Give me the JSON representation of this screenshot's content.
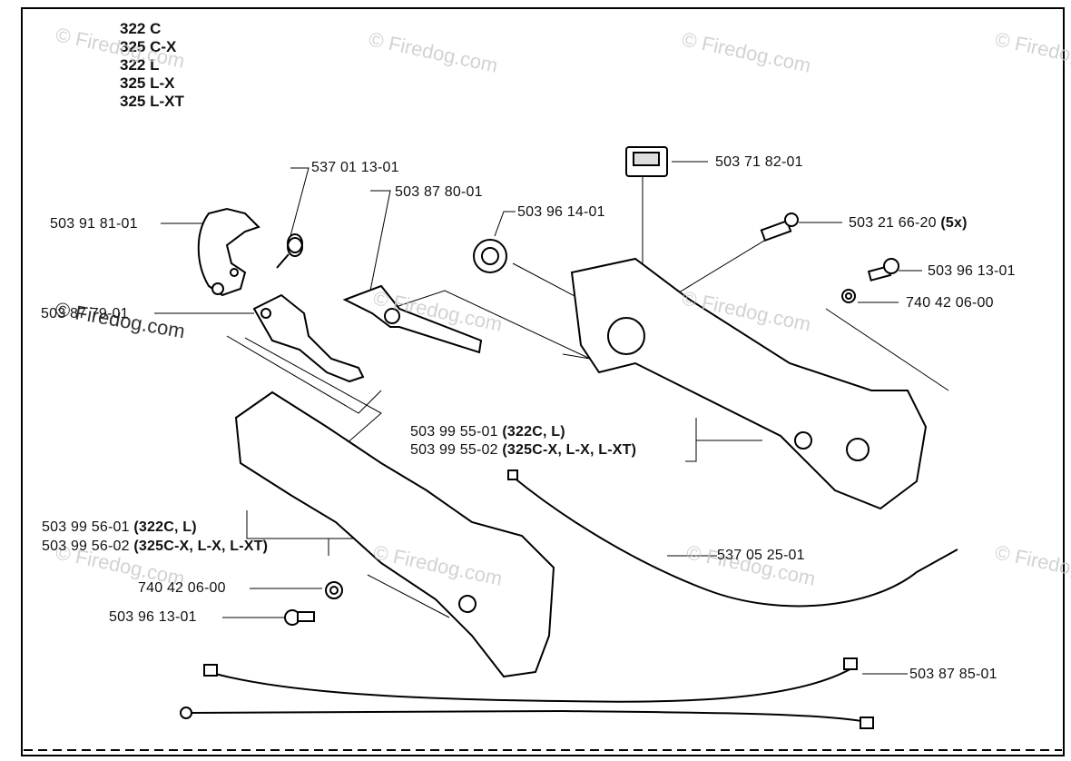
{
  "models": [
    {
      "num": "322",
      "suffix": "C"
    },
    {
      "num": "325",
      "suffix": "C-X"
    },
    {
      "num": "322",
      "suffix": "L"
    },
    {
      "num": "325",
      "suffix": "L-X"
    },
    {
      "num": "325",
      "suffix": "L-XT"
    }
  ],
  "watermark": "© Firedog.com",
  "parts": {
    "p_53701": "537 01 13-01",
    "p_503878": "503 87 80-01",
    "p_503918": "503 91 81-01",
    "p_503961": "503 96 14-01",
    "p_503718": "503 71 82-01",
    "p_503216": "503 21 66-20",
    "p_503216_qty": "(5x)",
    "p_503961301": "503 96 13-01",
    "p_740420600": "740 42 06-00",
    "p_503877": "503 87 79-01",
    "p_5039955_01": "503 99 55-01",
    "p_5039955_01_note": "(322C, L)",
    "p_5039955_02": "503 99 55-02",
    "p_5039955_02_note": "(325C-X, L-X, L-XT)",
    "p_5039956_01": "503 99 56-01",
    "p_5039956_01_note": "(322C, L)",
    "p_5039956_02": "503 99 56-02",
    "p_5039956_02_note": "(325C-X, L-X, L-XT)",
    "p_740420600b": "740 42 06-00",
    "p_503961301b": "503 96 13-01",
    "p_537052": "537 05 25-01",
    "p_503878501": "503 87 85-01"
  }
}
